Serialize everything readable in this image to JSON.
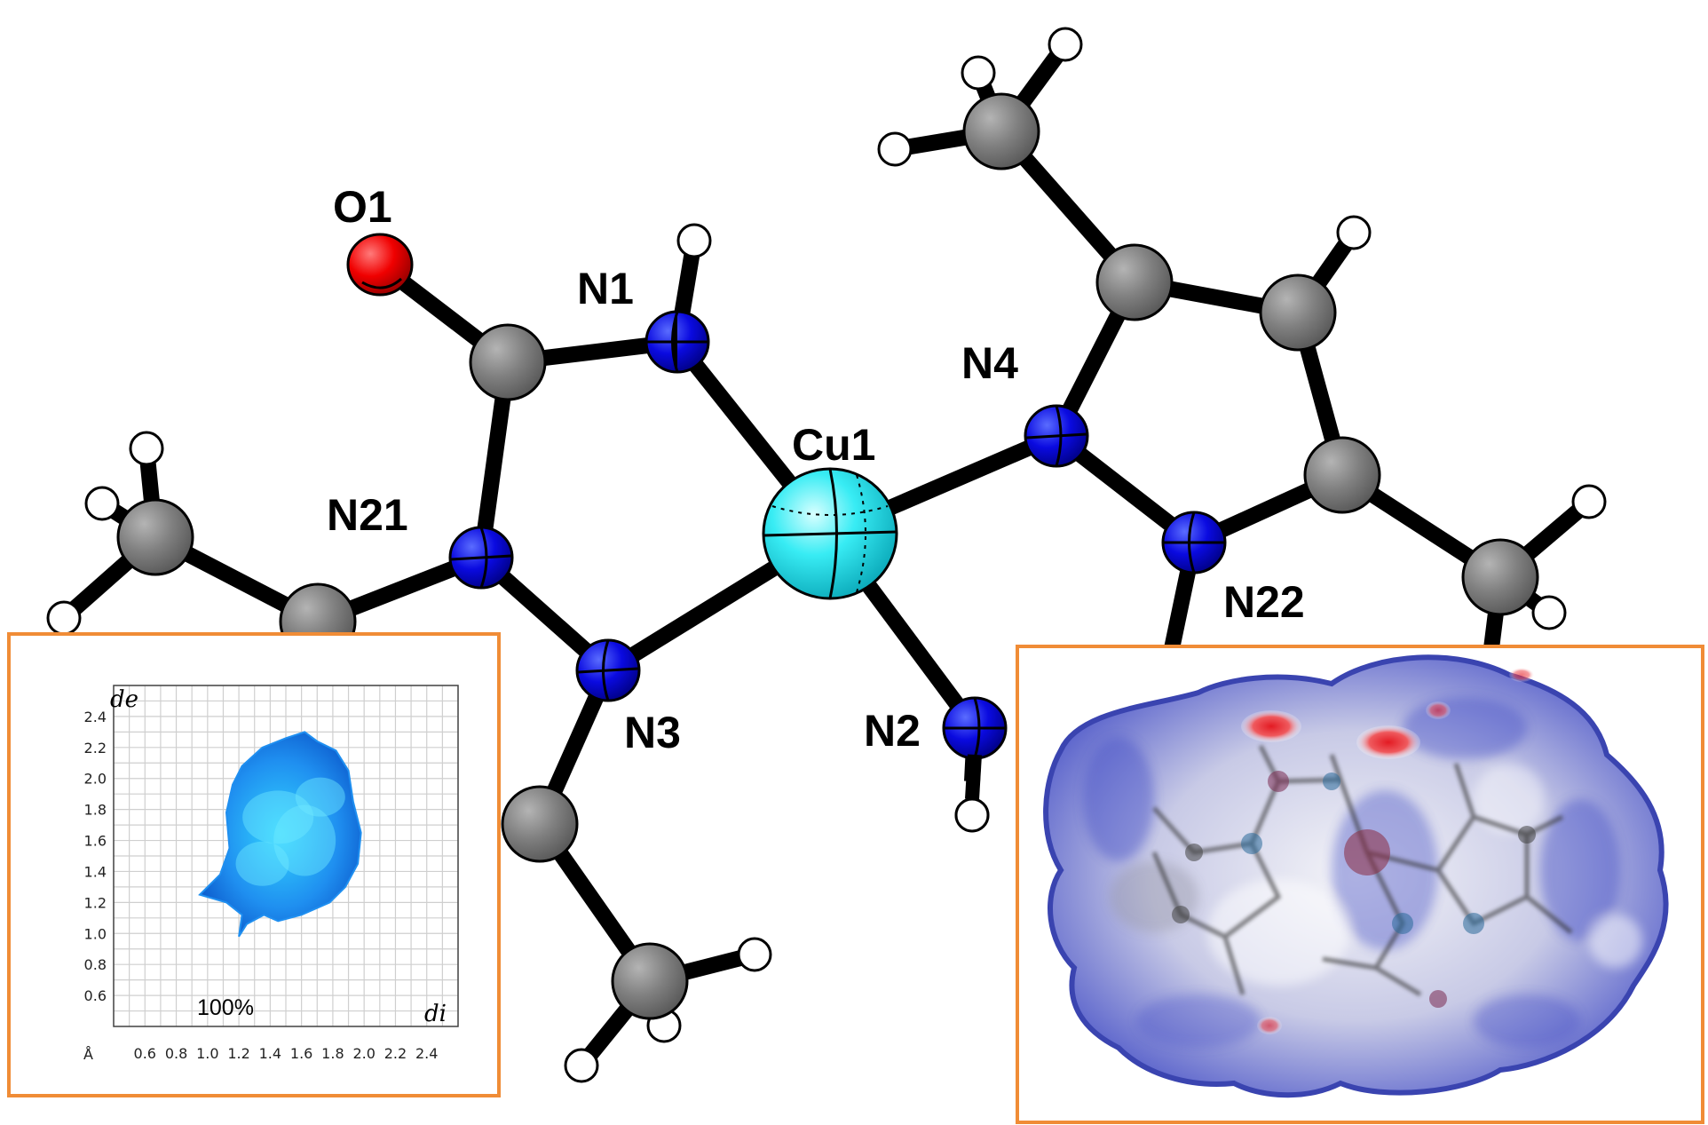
{
  "colors": {
    "copper": "#38ecf4",
    "nitrogen": "#0a0ae0",
    "oxygen": "#f00000",
    "carbon": "#808080",
    "hydrogen": "#ffffff",
    "bond": "#000000",
    "inset_border": "#f08c36",
    "fingerprint": "#1f8ff0",
    "surface_blue": "#4b55c8",
    "surface_red": "#e31b23"
  },
  "atom_labels": {
    "o1": "O1",
    "n1": "N1",
    "cu1": "Cu1",
    "n4": "N4",
    "n21": "N21",
    "n22": "N22",
    "n3": "N3",
    "n2": "N2"
  },
  "fingerprint_plot": {
    "y_axis_label": "de",
    "x_axis_label": "di",
    "y_ticks": [
      "0.6",
      "0.8",
      "1.0",
      "1.2",
      "1.4",
      "1.6",
      "1.8",
      "2.0",
      "2.2",
      "2.4"
    ],
    "x_ticks": [
      "0.6",
      "0.8",
      "1.0",
      "1.2",
      "1.4",
      "1.6",
      "1.8",
      "2.0",
      "2.2",
      "2.4"
    ],
    "unit": "Å",
    "percentage": "100%",
    "range": [
      0.4,
      2.6
    ]
  },
  "hirshfeld_surface": {
    "description_icon": "hirshfeld-surface-dnorm"
  }
}
